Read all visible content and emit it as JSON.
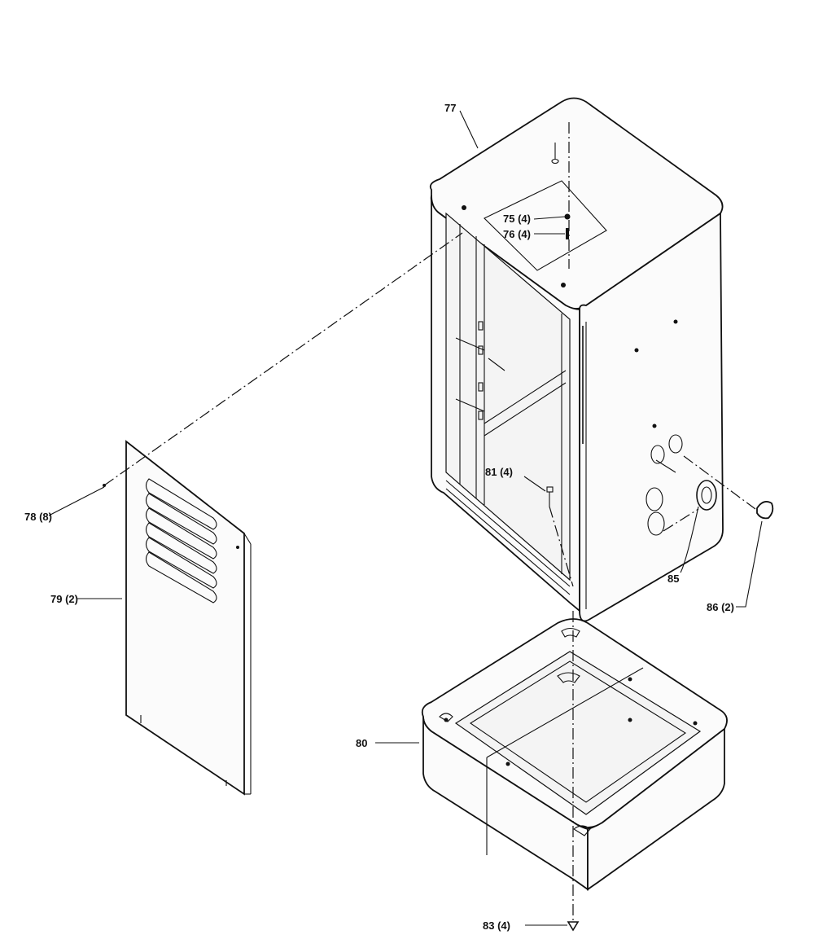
{
  "parts": [
    {
      "id": "cabinet",
      "label": "77"
    },
    {
      "id": "washer-top",
      "label": "75 (4)"
    },
    {
      "id": "screw-top",
      "label": "76 (4)"
    },
    {
      "id": "screw-panel",
      "label": "78 (8)"
    },
    {
      "id": "side-panel",
      "label": "79 (2)"
    },
    {
      "id": "base",
      "label": "80"
    },
    {
      "id": "screw-inner",
      "label": "81 (4)"
    },
    {
      "id": "screw-bottom",
      "label": "83 (4)"
    },
    {
      "id": "grommet",
      "label": "85"
    },
    {
      "id": "plug",
      "label": "86 (2)"
    }
  ]
}
